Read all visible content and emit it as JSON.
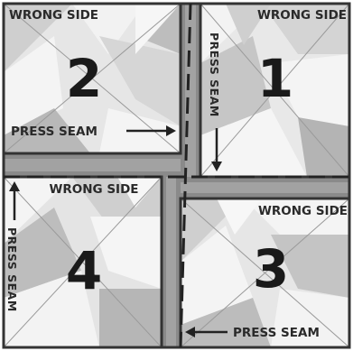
{
  "blocks": [
    {
      "number": "2",
      "side_label": "WRONG SIDE",
      "press_label": "PRESS SEAM"
    },
    {
      "number": "1",
      "side_label": "WRONG SIDE",
      "press_label": "PRESS SEAM"
    },
    {
      "number": "4",
      "side_label": "WRONG SIDE",
      "press_label": "PRESS SEAM"
    },
    {
      "number": "3",
      "side_label": "WRONG SIDE",
      "press_label": "PRESS SEAM"
    }
  ],
  "colors": {
    "seam_band": "#888888",
    "outline": "#333333",
    "light_tri": "#f4f4f4",
    "mid_tri": "#cfcfcf",
    "dark_tri": "#a9a9a9"
  }
}
